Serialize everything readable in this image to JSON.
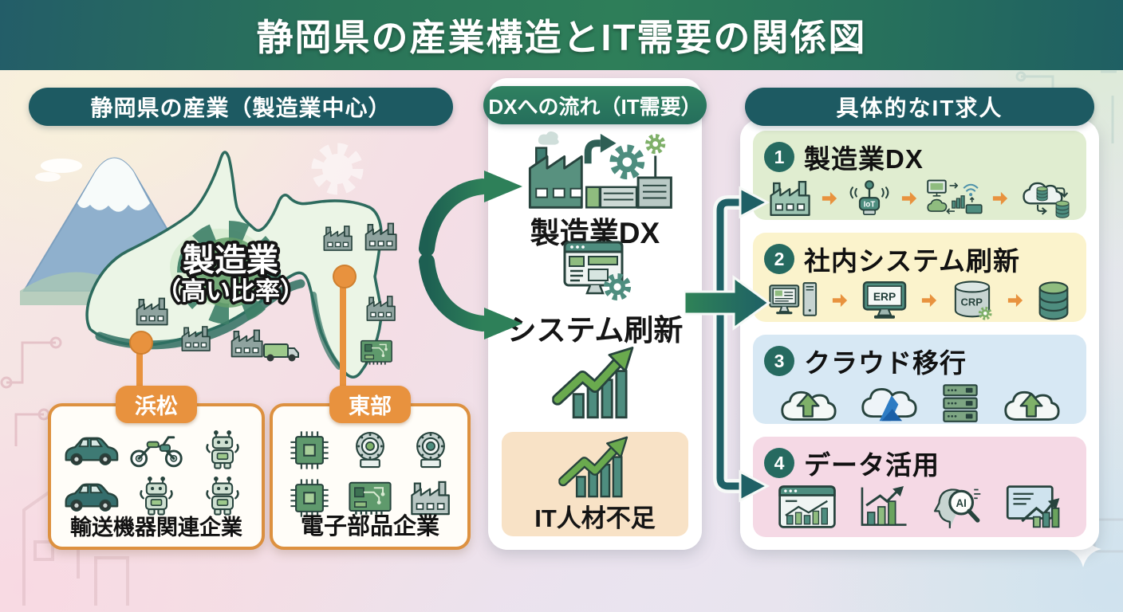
{
  "title": "静岡県の産業構造とIT需要の関係図",
  "left_panel": {
    "header": "静岡県の産業（製造業中心）",
    "map_label_line1": "製造業",
    "map_label_line2": "（高い比率）",
    "regions": [
      {
        "badge": "浜松",
        "label": "輸送機器関連企業"
      },
      {
        "badge": "東部",
        "label": "電子部品企業"
      }
    ]
  },
  "middle_panel": {
    "header": "DXへの流れ（IT需要）",
    "step1_label": "製造業DX",
    "step2_label": "システム刷新",
    "shortage_label": "IT人材不足"
  },
  "right_panel": {
    "header": "具体的なIT求人",
    "jobs": [
      {
        "number": "1",
        "label": "製造業DX"
      },
      {
        "number": "2",
        "label": "社内システム刷新"
      },
      {
        "number": "3",
        "label": "クラウド移行"
      },
      {
        "number": "4",
        "label": "データ活用"
      }
    ]
  },
  "icon_labels": {
    "iot": "IoT",
    "erp": "ERP",
    "crp": "CRP",
    "ai": "AI"
  },
  "colors": {
    "banner_start": "#235d68",
    "banner_mid": "#2e7e59",
    "banner_end": "#1f5f63",
    "pill_dark_teal": "#1d5a62",
    "pill_green": "#2b7a5e",
    "accent_orange": "#e8923e",
    "job1_bg": "#e0edd0",
    "job2_bg": "#fbf3cc",
    "job3_bg": "#d7e8f4",
    "job4_bg": "#f5d9e5",
    "shortage_bg": "#f8e2c6",
    "number_badge": "#266a60",
    "flow_arrow_dark": "#1d5f52",
    "flow_arrow_green": "#2e8059",
    "map_fill": "#ebf5e6",
    "map_stroke": "#2d6b5e"
  }
}
